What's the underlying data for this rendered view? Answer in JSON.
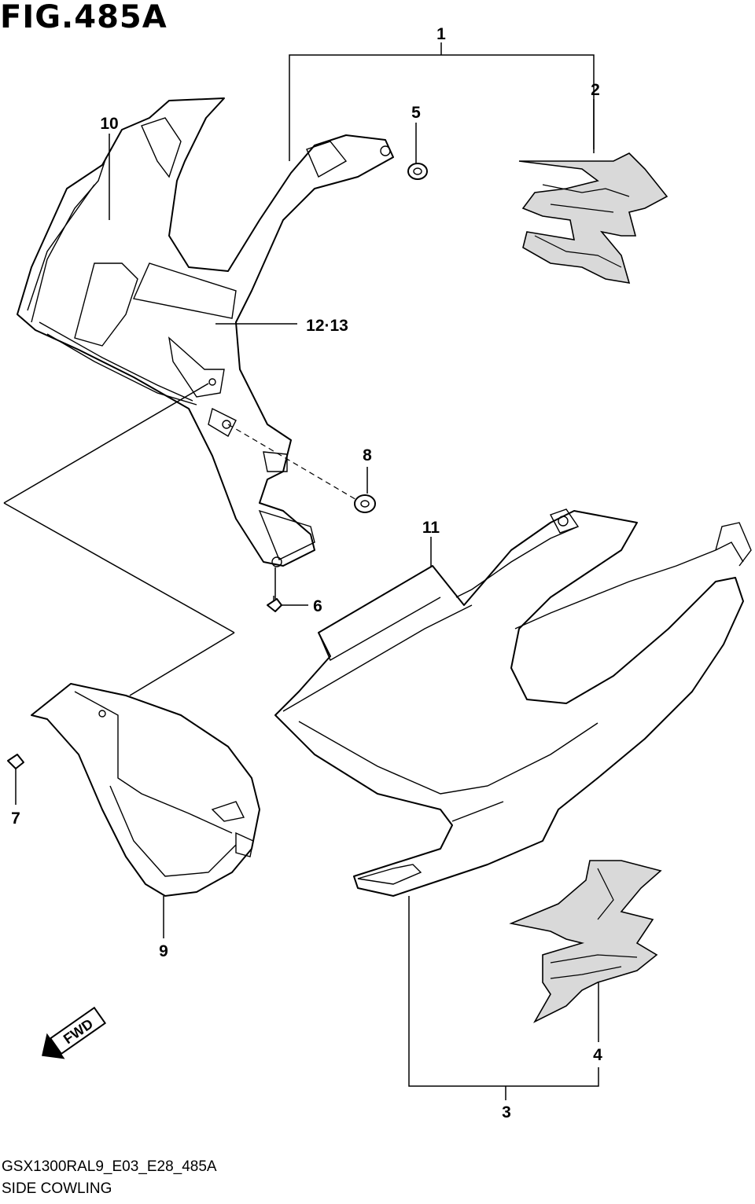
{
  "figure": {
    "title": "FIG.485A",
    "code": "GSX1300RAL9_E03_E28_485A",
    "caption": "SIDE COWLING"
  },
  "callouts": {
    "c1": "1",
    "c2": "2",
    "c3": "3",
    "c4": "4",
    "c5": "5",
    "c6": "6",
    "c7": "7",
    "c8": "8",
    "c9": "9",
    "c10": "10",
    "c11": "11",
    "c12_13": "12·13"
  },
  "direction_arrow": {
    "label": "FWD",
    "icon": "fwd-arrow-icon"
  }
}
